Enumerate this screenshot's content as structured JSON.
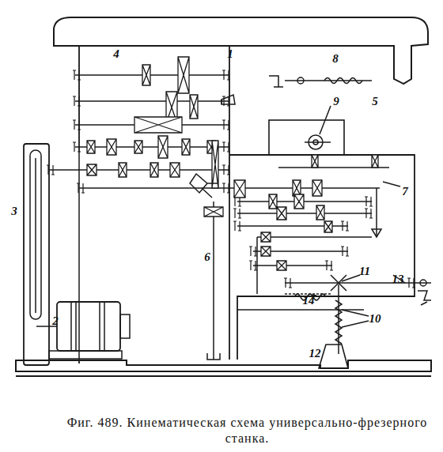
{
  "diagram": {
    "caption": "Фиг. 489. Кинематическая схема универсально-фрезерного станка.",
    "labels": [
      "4",
      "1",
      "8",
      "9",
      "5",
      "7",
      "3",
      "6",
      "11",
      "13",
      "14",
      "10",
      "2",
      "12"
    ]
  }
}
